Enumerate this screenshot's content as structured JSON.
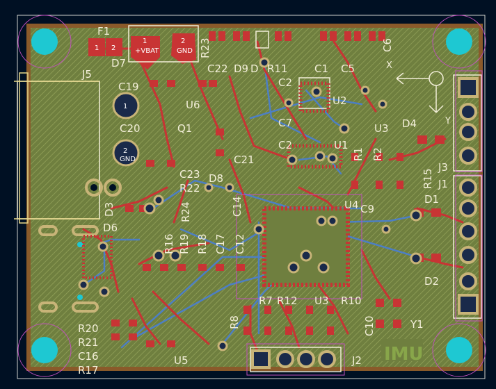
{
  "board": {
    "colors": {
      "background": "#001023",
      "edge_cuts": "#d0d2cd",
      "board_fill": "#7c8a4a",
      "copper_front": "#c83434",
      "copper_back": "#4d7fc4",
      "silkscreen": "#f2eed8",
      "courtyard": "#c14fbf",
      "pad": "#c8b478",
      "mounting_hole": "#1ec8d2"
    },
    "icons": {
      "mounting_hole": "circle",
      "origin_marker": "crosshair-circle",
      "via": "ring"
    }
  },
  "labels": {
    "F1": "F1",
    "D7": "D7",
    "J5": "J5",
    "C19": "C19",
    "C20": "C20",
    "U6": "U6",
    "Q1": "Q1",
    "C22": "C22",
    "D9": "D9",
    "D5_top": "D",
    "R11": "R11",
    "R23": "R23",
    "C1": "C1",
    "C5": "C5",
    "C6": "C6",
    "C2": "C2",
    "U2": "U2",
    "C7": "C7",
    "U3": "U3",
    "D4": "D4",
    "U1": "U1",
    "C2b": "C2",
    "C21": "C21",
    "C23": "C23",
    "D8": "D8",
    "R22": "R22",
    "R24": "R24",
    "C14": "C14",
    "R1": "R1",
    "R2": "R2",
    "R15": "R15",
    "J3": "J3",
    "J1": "J1",
    "D1": "D1",
    "U4": "U4",
    "C9": "C9",
    "D3": "D3",
    "D6": "D6",
    "R16": "R16",
    "R19": "R19",
    "R18": "R18",
    "C17": "C17",
    "C12": "C12",
    "D2": "D2",
    "R7": "R7",
    "R12": "R12",
    "U3b": "U3",
    "R10": "R10",
    "R8": "R8",
    "C10": "C10",
    "Y1": "Y1",
    "R20": "R20",
    "R21": "R21",
    "C16": "C16",
    "R17": "R17",
    "U5": "U5",
    "J2": "J2",
    "logo": "IMU"
  },
  "pads": {
    "f1_1": "1",
    "f1_2": "2",
    "vbat_num": "1",
    "vbat_name": "+VBAT",
    "gnd_num": "2",
    "gnd_name": "GND",
    "c19_pad": "1",
    "c20_pad": "2",
    "c20_name": "GND"
  },
  "axis_marks": {
    "x": "X",
    "y": "Y"
  }
}
